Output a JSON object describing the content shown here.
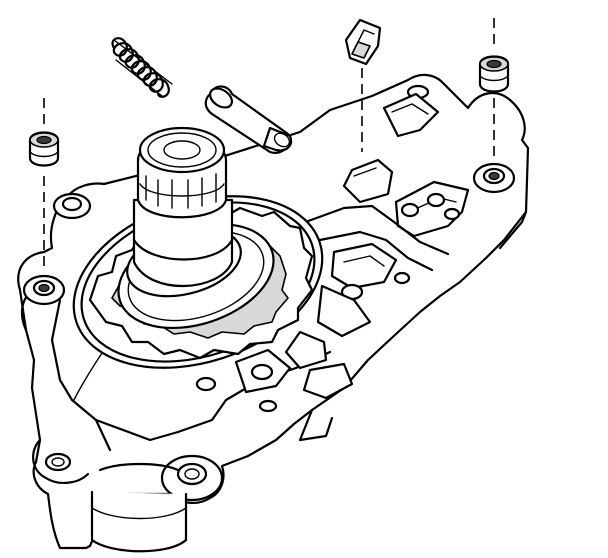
{
  "figure": {
    "kind": "exploded technical line drawing",
    "components": [
      "pump-housing",
      "drive-shaft",
      "outer-gear",
      "inner-gear",
      "spring",
      "plug",
      "clip",
      "left-bushing",
      "right-bushing"
    ],
    "colors": {
      "line": "#000000",
      "background": "#ffffff",
      "shade": "#d8d8d8"
    }
  }
}
